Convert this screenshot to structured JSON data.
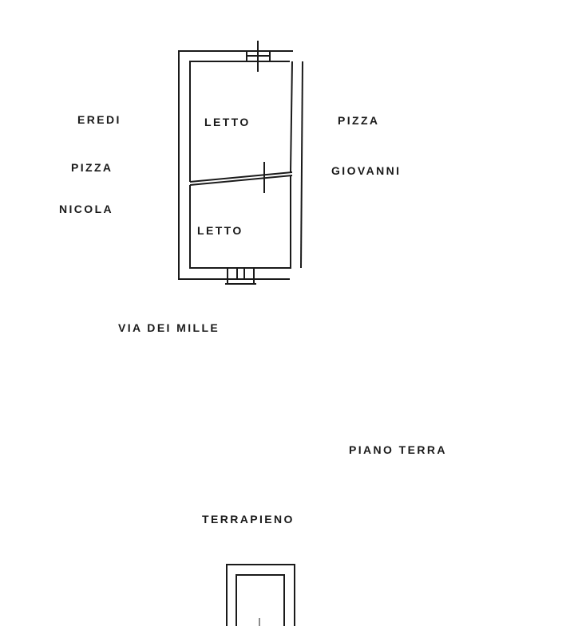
{
  "labels": {
    "eredi": "EREDI",
    "pizza_left": "PIZZA",
    "nicola": "NICOLA",
    "letto_upper": "LETTO",
    "letto_lower": "LETTO",
    "pizza_right": "PIZZA",
    "giovanni": "GIOVANNI",
    "via_dei_mille": "VIA DEI MILLE",
    "piano_terra": "PIANO TERRA",
    "terrapieno": "TERRAPIENO"
  },
  "colors": {
    "line": "#1a1a1a",
    "background": "#ffffff"
  }
}
